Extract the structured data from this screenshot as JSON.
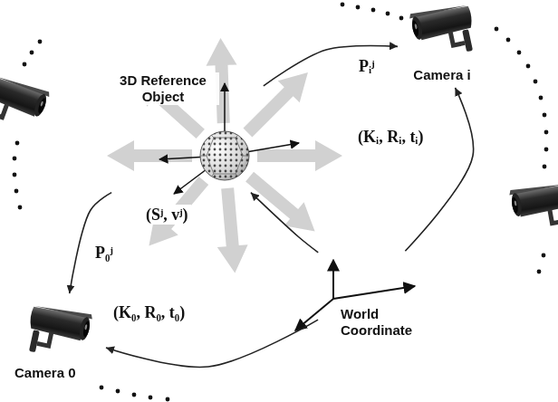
{
  "diagram": {
    "nodes": [
      {
        "text": [
          "Camera i"
        ]
      },
      {
        "text": [
          "3D Reference Object"
        ]
      },
      {
        "text": [
          "World Coordinate"
        ]
      },
      {
        "text": [
          "Camera 0"
        ]
      }
    ],
    "edges": [
      {
        "from": 1,
        "to": 0,
        "arrow": "to",
        "label": "Pᵢʲ"
      },
      {
        "from": 2,
        "to": 0,
        "arrow": "to",
        "label": "(Kᵢ, Rᵢ, tᵢ)"
      },
      {
        "from": 2,
        "to": 1,
        "arrow": "to",
        "label": "(Sʲ, vʲ)"
      },
      {
        "from": 1,
        "to": 3,
        "arrow": "to",
        "label": "P₀ʲ"
      },
      {
        "from": 2,
        "to": 3,
        "arrow": "to",
        "label": "(K₀, R₀, t₀)"
      }
    ]
  }
}
